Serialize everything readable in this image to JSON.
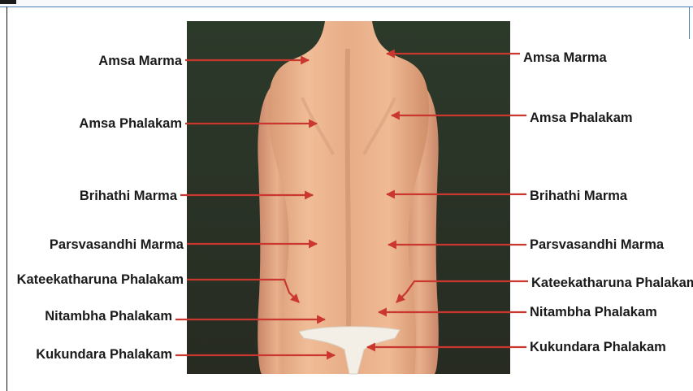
{
  "colors": {
    "background_panel": "#2e3527",
    "skin": "#e9b08c",
    "pointer_line": "#c9372f",
    "label_text": "#1a1a1a"
  },
  "labels_left": [
    {
      "text": "Amsa Marma"
    },
    {
      "text": "Amsa Phalakam"
    },
    {
      "text": "Brihathi Marma"
    },
    {
      "text": "Parsvasandhi Marma"
    },
    {
      "text": "Kateekatharuna Phalakam"
    },
    {
      "text": "Nitambha Phalakam"
    },
    {
      "text": "Kukundara Phalakam"
    }
  ],
  "labels_right": [
    {
      "text": "Amsa Marma"
    },
    {
      "text": "Amsa Phalakam"
    },
    {
      "text": "Brihathi Marma"
    },
    {
      "text": "Parsvasandhi Marma"
    },
    {
      "text": "Kateekatharuna Phalakam"
    },
    {
      "text": "Nitambha Phalakam"
    },
    {
      "text": "Kukundara Phalakam"
    }
  ]
}
